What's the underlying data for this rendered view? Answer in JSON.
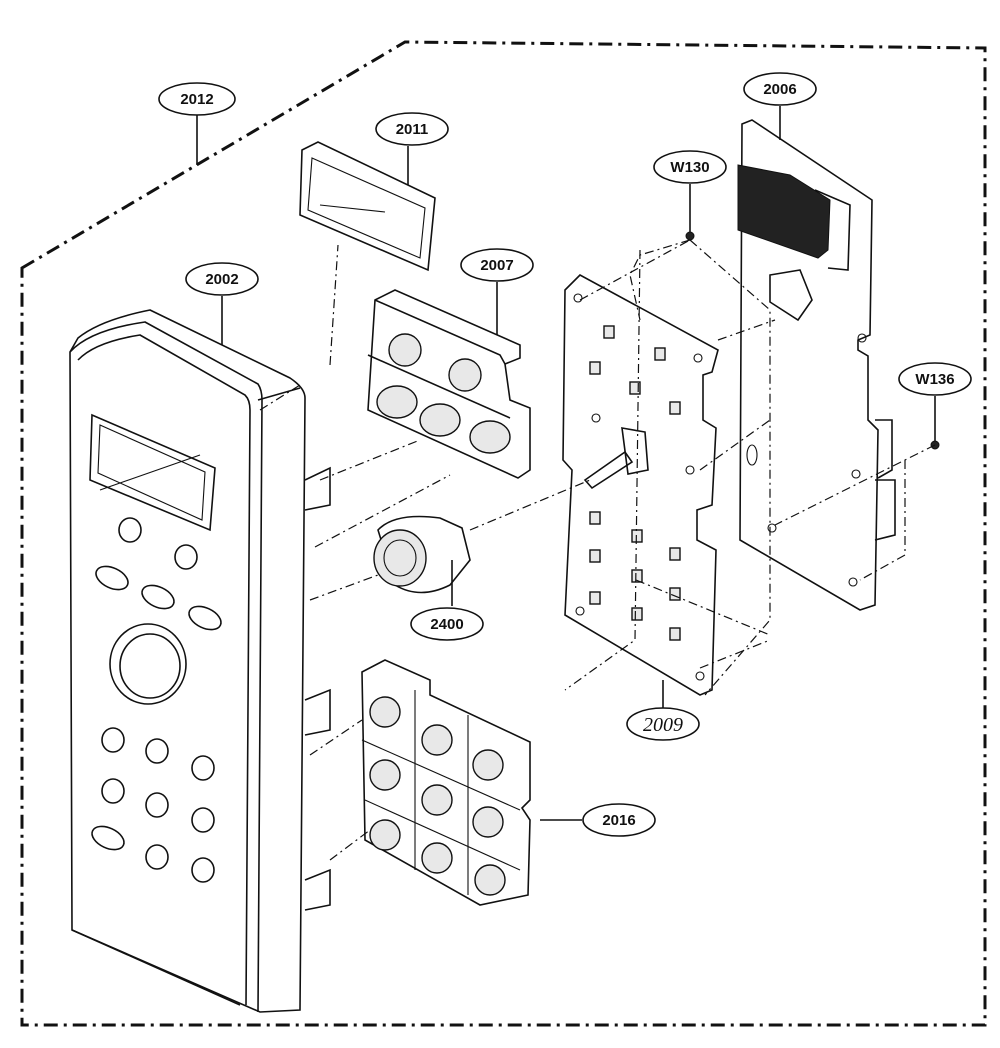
{
  "diagram": {
    "callouts": {
      "c2012": "2012",
      "c2011": "2011",
      "c2002": "2002",
      "c2007": "2007",
      "c2006": "2006",
      "cW130": "W130",
      "cW136": "W136",
      "c2400": "2400",
      "c2009": "2009",
      "c2016": "2016"
    }
  }
}
